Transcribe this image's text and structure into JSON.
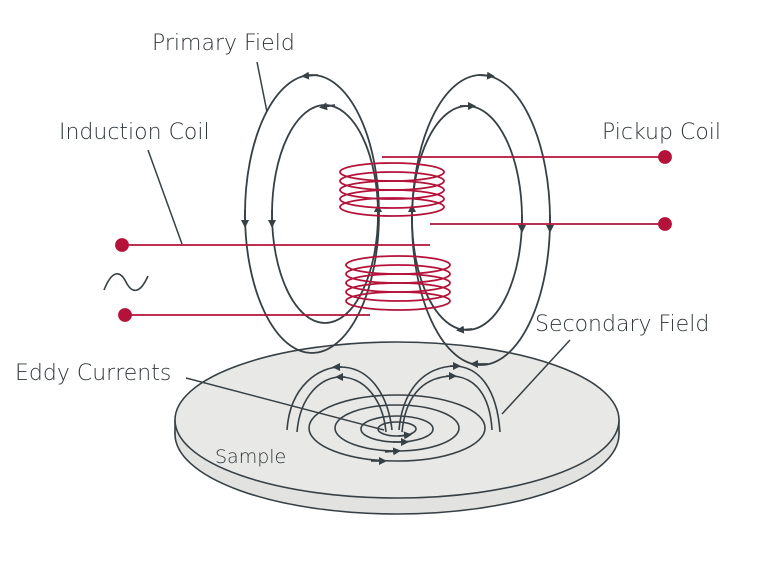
{
  "labels": {
    "primary_field": "Primary Field",
    "induction_coil": "Induction Coil",
    "pickup_coil": "Pickup Coil",
    "secondary_field": "Secondary Field",
    "eddy_currents": "Eddy Currents",
    "sample": "Sample"
  },
  "colors": {
    "field_lines": "#374045",
    "coil_wire": "#b5123a",
    "sample_fill": "#e8e8e6"
  },
  "icons": {
    "ac_source": "sine-wave-icon"
  }
}
